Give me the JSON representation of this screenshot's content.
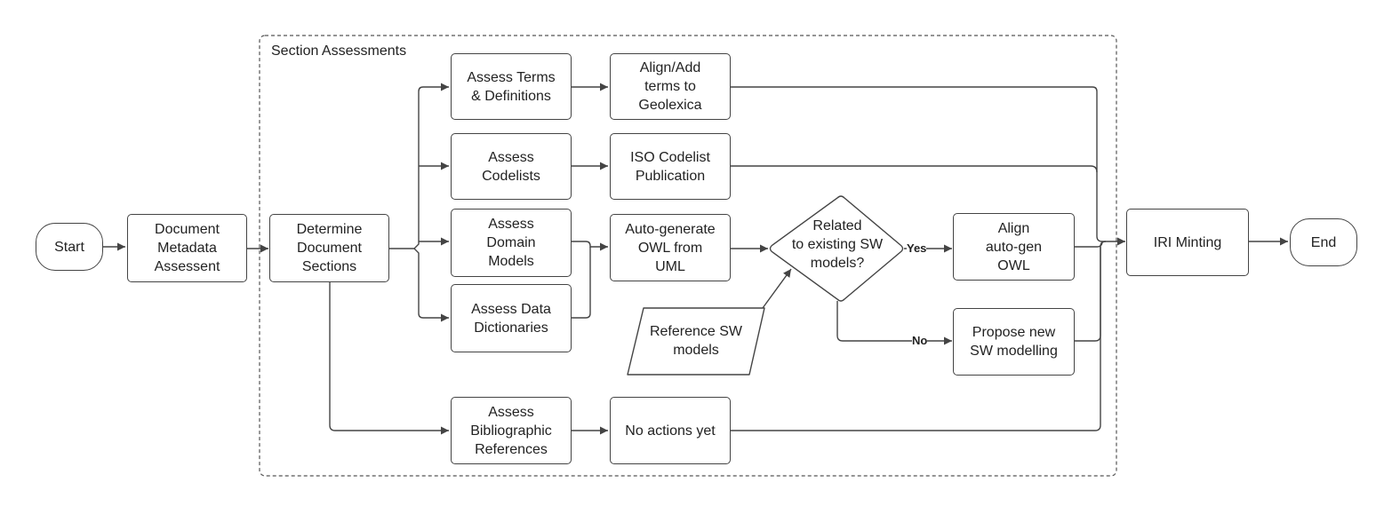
{
  "section": {
    "label": "Section Assessments"
  },
  "nodes": {
    "start": "Start",
    "doc_metadata": "Document\nMetadata\nAssessent",
    "determine_sections": "Determine\nDocument\nSections",
    "assess_terms": "Assess Terms\n& Definitions",
    "assess_codelists": "Assess\nCodelists",
    "assess_domain_models": "Assess\nDomain\nModels",
    "assess_data_dictionaries": "Assess Data\nDictionaries",
    "assess_bibliographic": "Assess\nBibliographic\nReferences",
    "align_terms": "Align/Add\nterms to\nGeolexica",
    "iso_codelist": "ISO Codelist\nPublication",
    "autogen_owl": "Auto-generate\nOWL from\nUML",
    "no_actions": "No actions yet",
    "reference_sw": "Reference SW\nmodels",
    "decision": "Related\nto existing SW\nmodels?",
    "align_autogen": "Align\nauto-gen\nOWL",
    "propose_new": "Propose new\nSW modelling",
    "iri_minting": "IRI Minting",
    "end": "End"
  },
  "edge_labels": {
    "yes": "Yes",
    "no": "No"
  },
  "colors": {
    "stroke": "#444444",
    "text": "#222222",
    "background": "#ffffff"
  }
}
